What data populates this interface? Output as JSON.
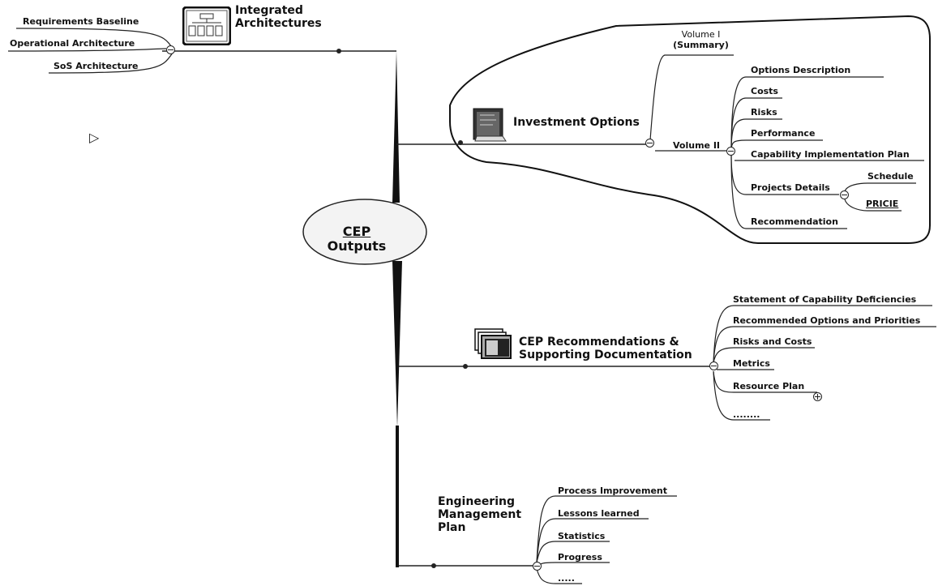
{
  "center": {
    "line1": "CEP",
    "line2": "Outputs"
  },
  "integrated": {
    "title_line1": "Integrated",
    "title_line2": "Architectures",
    "icon": "architecture-diagram-icon",
    "items": [
      "Requirements Baseline",
      "Operational Architecture",
      "SoS Architecture"
    ]
  },
  "investment": {
    "title": "Investment Options",
    "icon": "book-icon",
    "volume1_line1": "Volume I",
    "volume1_line2": "(Summary)",
    "volume2": "Volume II",
    "volume2_items": [
      "Options Description",
      "Costs",
      "Risks",
      "Performance",
      "Capability Implementation Plan",
      "Projects Details",
      "Recommendation"
    ],
    "project_items": [
      "Schedule",
      "PRICIE"
    ]
  },
  "recommendations": {
    "title_line1": "CEP Recommendations &",
    "title_line2": "Supporting Documentation",
    "icon": "documents-stack-icon",
    "items": [
      "Statement of Capability Deficiencies",
      "Recommended Options and Priorities",
      "Risks and Costs",
      "Metrics",
      "Resource Plan",
      "........"
    ]
  },
  "engineering": {
    "title_line1": "Engineering",
    "title_line2": "Management",
    "title_line3": "Plan",
    "items": [
      "Process Improvement",
      "Lessons learned",
      "Statistics",
      "Progress",
      "....."
    ]
  }
}
